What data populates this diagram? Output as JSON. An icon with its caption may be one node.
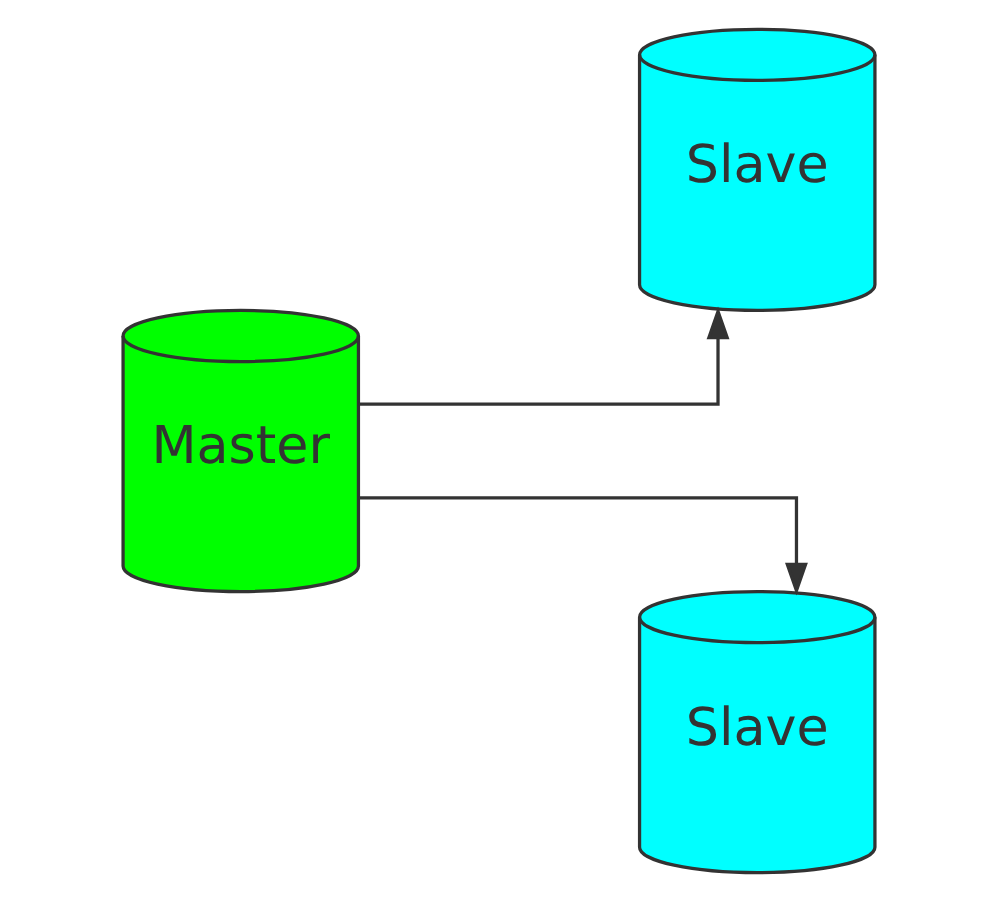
{
  "diagram": {
    "nodes": [
      {
        "text": [
          "Master"
        ]
      },
      {
        "text": [
          "Slave"
        ]
      },
      {
        "text": [
          "Slave"
        ]
      }
    ],
    "edges": [
      {
        "from": 0,
        "to": 1,
        "arrow": "to"
      },
      {
        "from": 0,
        "to": 2,
        "arrow": "to"
      }
    ]
  }
}
